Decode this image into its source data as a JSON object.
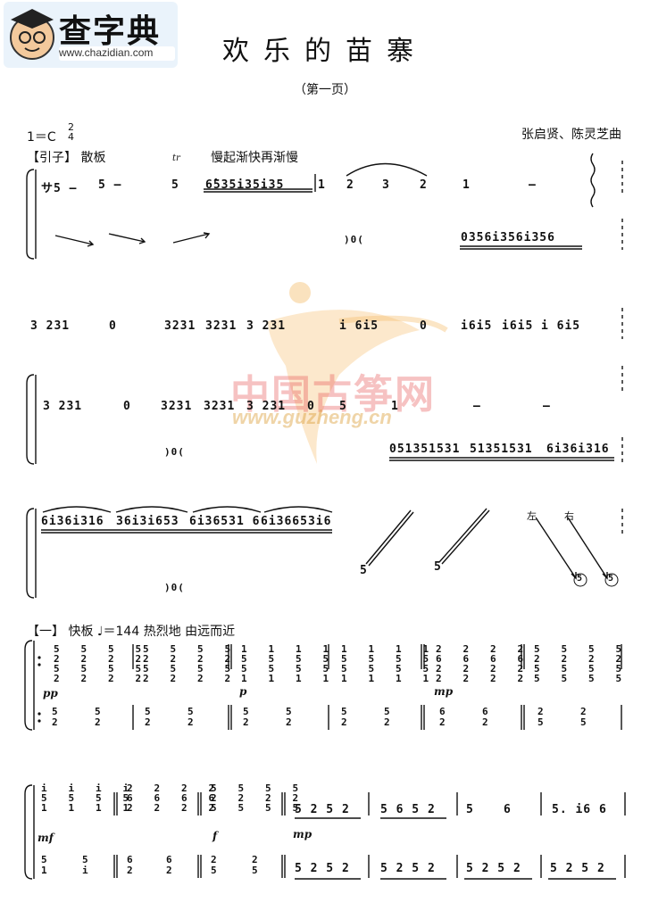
{
  "logo": {
    "brand": "查字典",
    "url": "www.chazidian.com"
  },
  "title": "欢乐的苗寨",
  "subtitle": "（第一页）",
  "key_signature": "1＝C",
  "time_signature": [
    "2",
    "4"
  ],
  "composer": "张启贤、陈灵芝曲",
  "section_intro": {
    "label": "【引子】",
    "tempo": "散板",
    "direction": "慢起渐快再渐慢",
    "trill": "tr"
  },
  "section_one": {
    "label": "【一】",
    "tempo": "快板",
    "bpm_text": "＝144",
    "expression": "热烈地",
    "direction": "由远而近"
  },
  "hands": {
    "left": "左",
    "right": "右"
  },
  "dynamics": [
    "pp",
    "p",
    "mp",
    "mf",
    "f",
    "mp"
  ],
  "watermark": {
    "text": "中国古筝网",
    "url": "www.guzheng.cn"
  },
  "rows": {
    "r1_top": [
      "サ",
      "5",
      "—",
      "5",
      "—",
      "5",
      "6̂535i35i35",
      "1",
      "2",
      "3",
      "2",
      "1",
      "—"
    ],
    "r2_bot": "0356i356i356",
    "r3_top": [
      "3 231",
      "0",
      "3231",
      "3231",
      "3 231",
      "i 6i5",
      "0",
      "i6i5",
      "i6i5",
      "i 6i5"
    ],
    "r4_top": [
      "3 231",
      "0",
      "3231",
      "3231",
      "3 231",
      "0",
      "5",
      "1",
      "—",
      "—"
    ],
    "r4_bot": [
      "051351531",
      "51351531",
      "6i36i316"
    ],
    "r5_top": [
      "6i36i316",
      "36i3i653",
      "6i36531 6",
      "6i36653i6"
    ],
    "r6_marks": [
      "5",
      "5",
      "5",
      "5"
    ],
    "r7_top": [
      "i i i i",
      "2 2 2 2",
      "5 5 5 5",
      "5 2 5 2",
      "5 6 5 2",
      "5",
      "6",
      "5. i6 6"
    ],
    "r7_bot": [
      "5 2 5 2",
      "5 2 5 2",
      "5 2 5 2",
      "5 2 5 2"
    ]
  }
}
